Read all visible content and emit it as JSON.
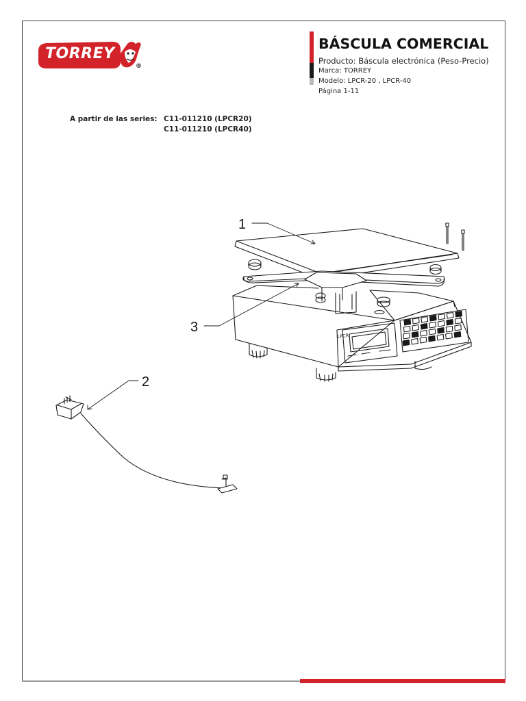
{
  "header": {
    "brand": "TORREY",
    "brand_color": "#d2232a",
    "title": "BÁSCULA COMERCIAL",
    "producto": "Producto: Báscula electrónica (Peso-Precio)",
    "marca": "Marca: TORREY",
    "modelo": "Modelo: LPCR-20 , LPCR-40",
    "pagina": "Página 1-11"
  },
  "series": {
    "label": "A partir de las series:",
    "items": [
      "C11-011210 (LPCR20)",
      "C11-011210 (LPCR40)"
    ]
  },
  "drawing": {
    "callouts": [
      "1",
      "2",
      "3"
    ],
    "display_label": "LPCR"
  },
  "colors": {
    "accent": "#d2232a",
    "line": "#1a1a1a"
  }
}
